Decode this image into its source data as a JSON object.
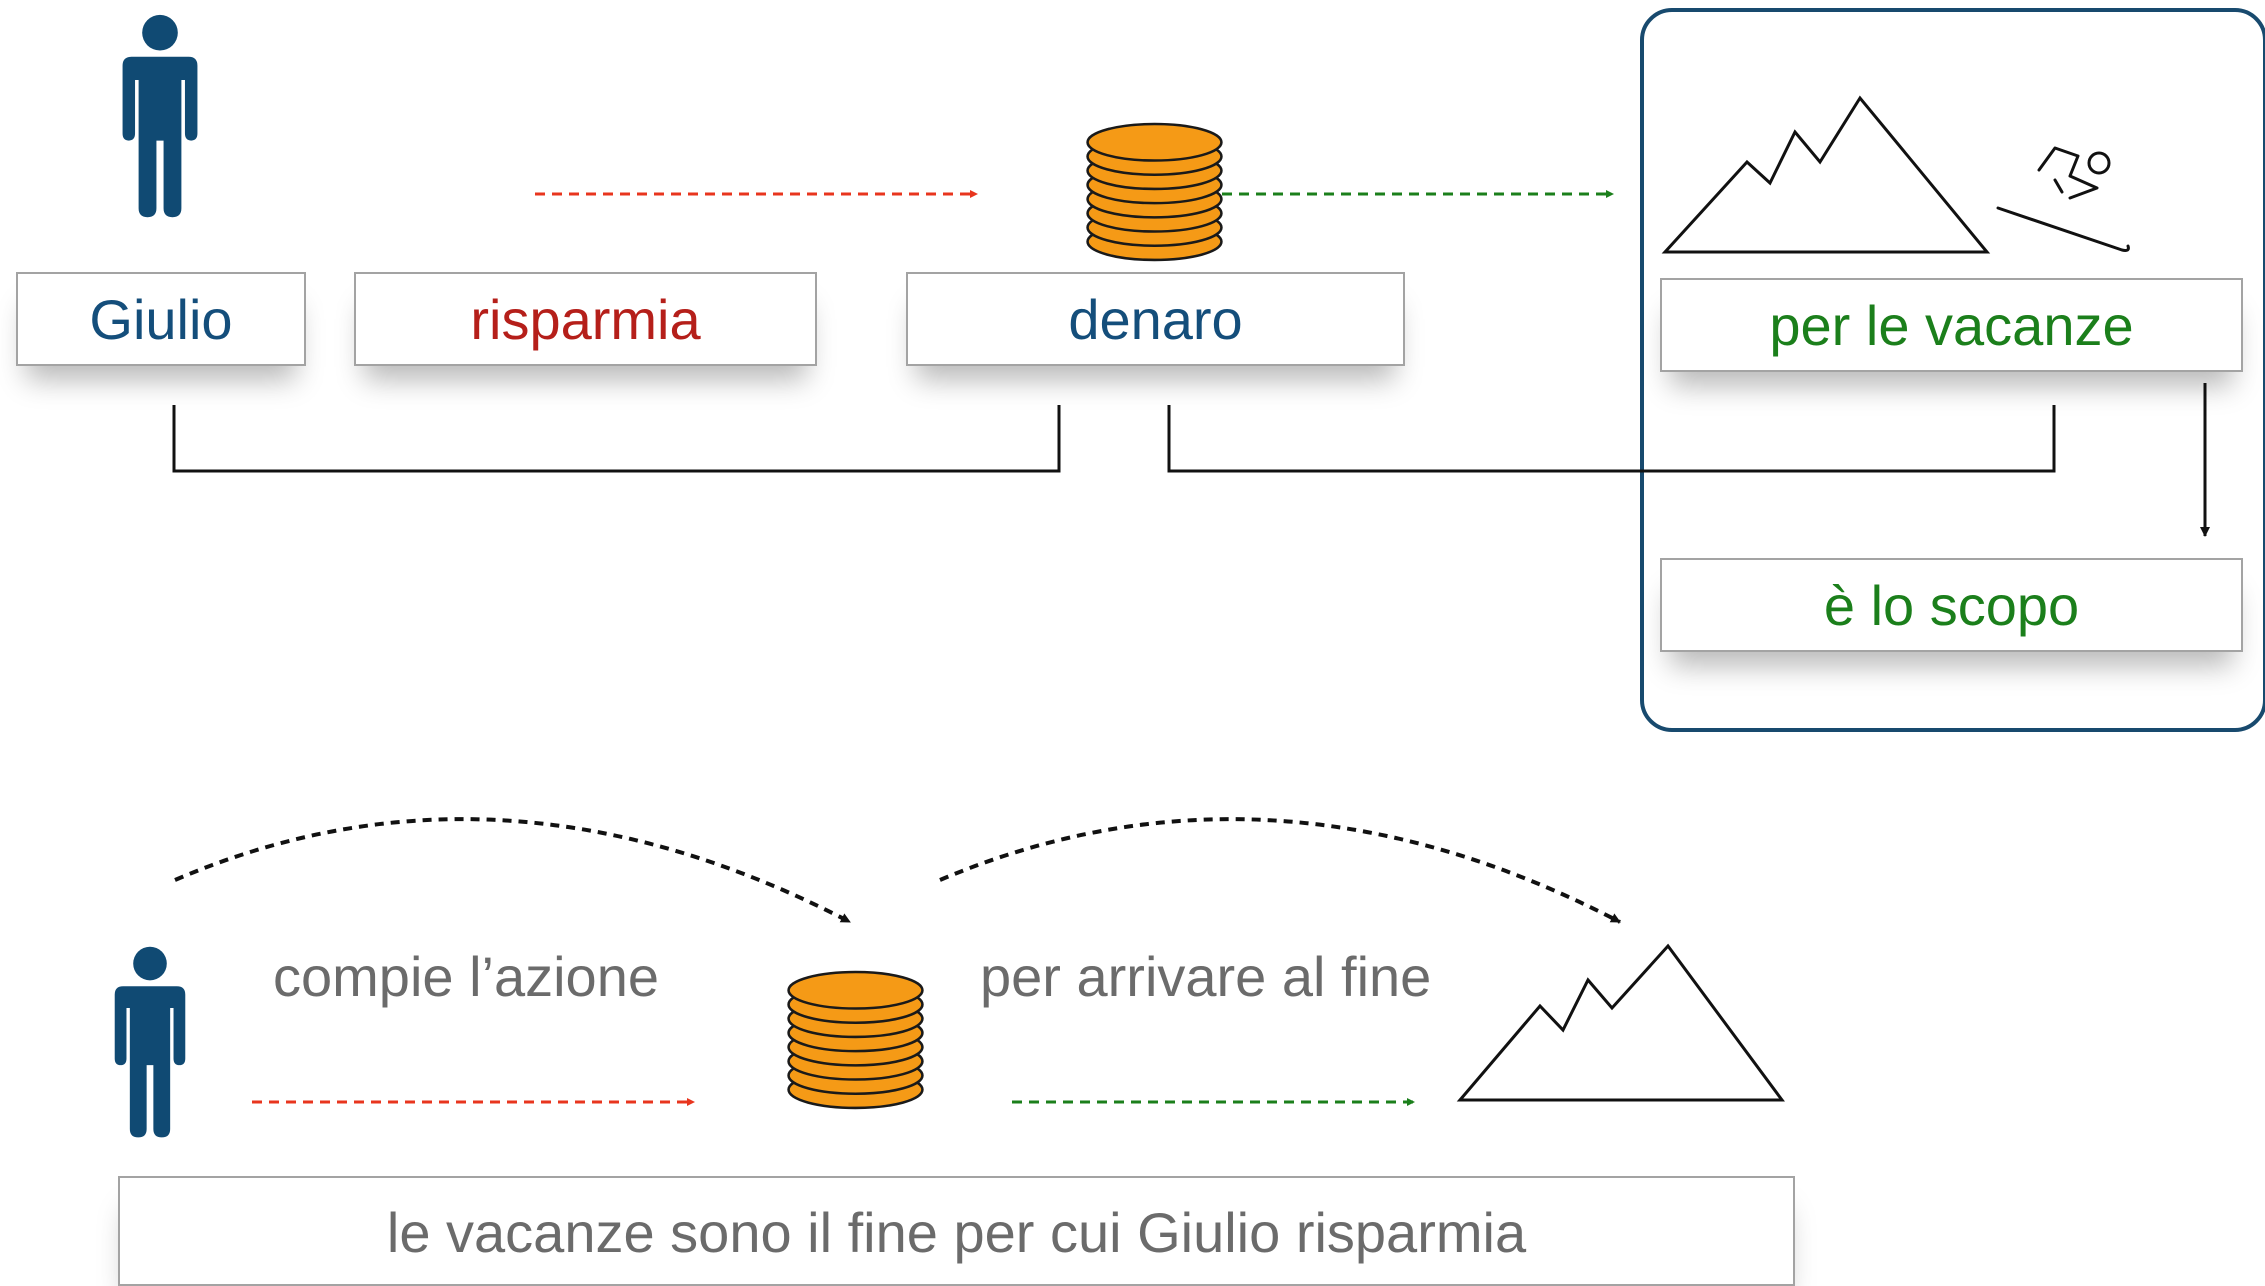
{
  "top": {
    "agent": "Giulio",
    "action": "risparmia",
    "object": "denaro",
    "purpose": "per le vacanze",
    "purpose_role": "è lo scopo"
  },
  "bottom": {
    "action_label": "compie l’azione",
    "goal_label": "per arrivare al fine",
    "summary": "le vacanze sono il fine per cui Giulio risparmia"
  },
  "colors": {
    "agent_text": "#144e7b",
    "action_text": "#b51f1a",
    "goal_text": "#1b7f1b",
    "red_arrow": "#e8351e",
    "green_arrow": "#1b7f1b",
    "person_fill": "#104a73",
    "coin_fill": "#f59a16",
    "frame_border": "#184a6e",
    "bracket": "#111111"
  },
  "icons": [
    "person-icon",
    "coins-icon",
    "mountain-icon",
    "skier-icon"
  ]
}
